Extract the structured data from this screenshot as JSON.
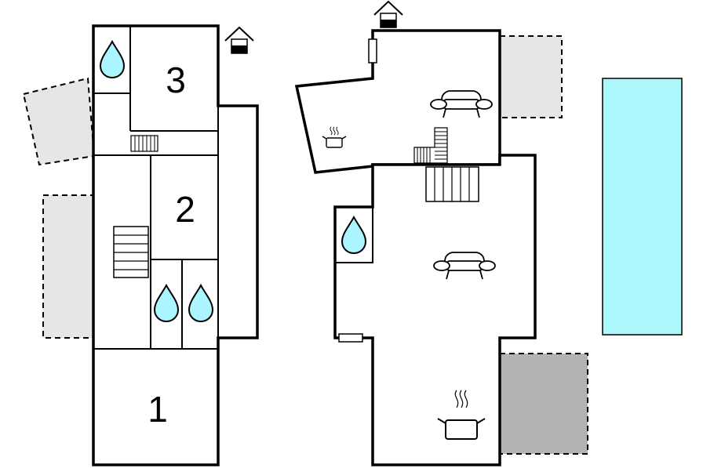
{
  "floorplan": {
    "left_floor": {
      "room_labels": [
        "3",
        "2",
        "1"
      ]
    }
  },
  "colors": {
    "wall": "#000000",
    "water": "#aaf5ff",
    "terrace_light": "#e6e6e6",
    "terrace_dark": "#b3b3b3",
    "pool": "#aaf8fc"
  },
  "icons": [
    "house-entrance-icon",
    "water-drop-icon",
    "sofa-icon",
    "cooking-pot-icon",
    "stairs-icon",
    "window-icon"
  ]
}
